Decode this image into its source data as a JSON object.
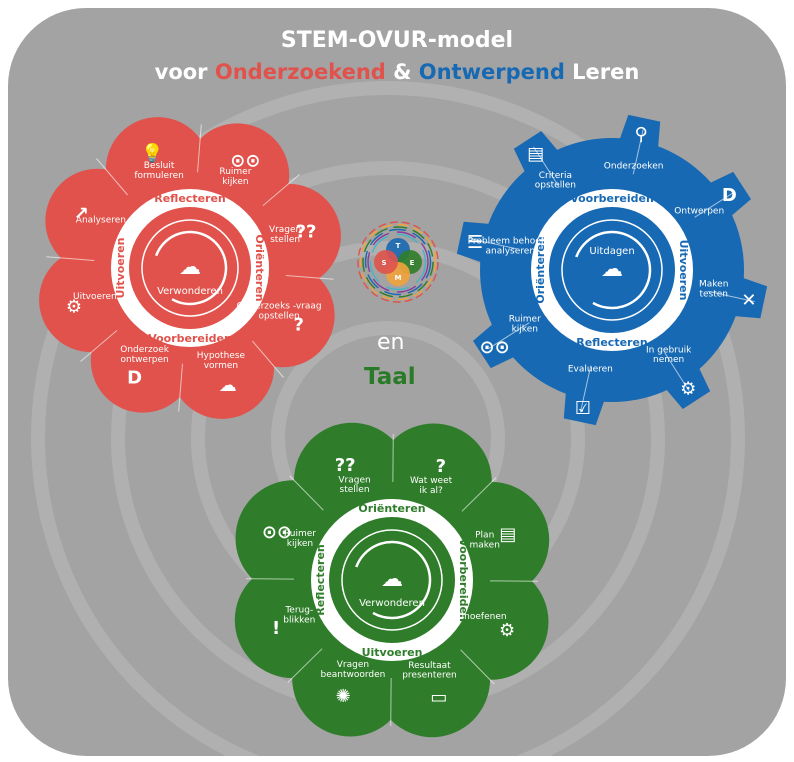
{
  "title": {
    "line1": "STEM-OVUR-model",
    "line2_prefix": "voor ",
    "line2_red": "Onderzoekend",
    "line2_mid": " & ",
    "line2_blue": "Ontwerpend",
    "line2_suffix": " Leren"
  },
  "colors": {
    "panel": "#a3a3a3",
    "red": "#e0524b",
    "blue": "#1769b3",
    "green": "#2f7d2a",
    "text": "#ffffff"
  },
  "center": {
    "en": "en",
    "taal": "Taal",
    "stem_letters": [
      "T",
      "E",
      "M",
      "S"
    ]
  },
  "red_wheel": {
    "ring": [
      "Reflecteren",
      "Oriënteren",
      "Voorbereiden",
      "Uitvoeren"
    ],
    "hub": "Verwonderen",
    "steps": [
      "Besluit formuleren",
      "Ruimer kijken",
      "Vragen stellen",
      "Onderzoeks -vraag opstellen",
      "Hypothese vormen",
      "Onderzoek ontwerpen",
      "Uitvoeren",
      "Analyseren"
    ],
    "icons": [
      "lightbulb-icon",
      "binoculars-icon",
      "question-marks-icon",
      "question-icon",
      "thinking-head-icon",
      "design-icon",
      "gears-icon",
      "chart-icon"
    ]
  },
  "blue_wheel": {
    "ring": [
      "Voorbereiden",
      "Uitvoeren",
      "Reflecteren",
      "Oriënteren"
    ],
    "hub": "Uitdagen",
    "steps": [
      "Onderzoeken",
      "Ontwerpen",
      "Maken testen",
      "In gebruik nemen",
      "Evalueren",
      "Ruimer kijken",
      "Probleem behoefte analyseren",
      "Criteria opstellen"
    ],
    "icons": [
      "magnifier-icon",
      "design-icon",
      "tools-icon",
      "gears-icon",
      "checklist-icon",
      "binoculars-icon",
      "speech-icon",
      "clipboard-icon"
    ]
  },
  "green_wheel": {
    "ring": [
      "Oriënteren",
      "Voorbereiden",
      "Uitvoeren",
      "Reflecteren"
    ],
    "hub": "Verwonderen",
    "steps": [
      "Vragen stellen",
      "Wat weet ik al?",
      "Plan maken",
      "Inoefenen",
      "Resultaat presenteren",
      "Vragen beantwoorden",
      "Terug- blikken",
      "Ruimer kijken"
    ],
    "icons": [
      "question-marks-icon",
      "question-head-icon",
      "clipboard-icon",
      "gears-head-icon",
      "presentation-icon",
      "idea-head-icon",
      "exclamation-head-icon",
      "binoculars-icon"
    ]
  }
}
